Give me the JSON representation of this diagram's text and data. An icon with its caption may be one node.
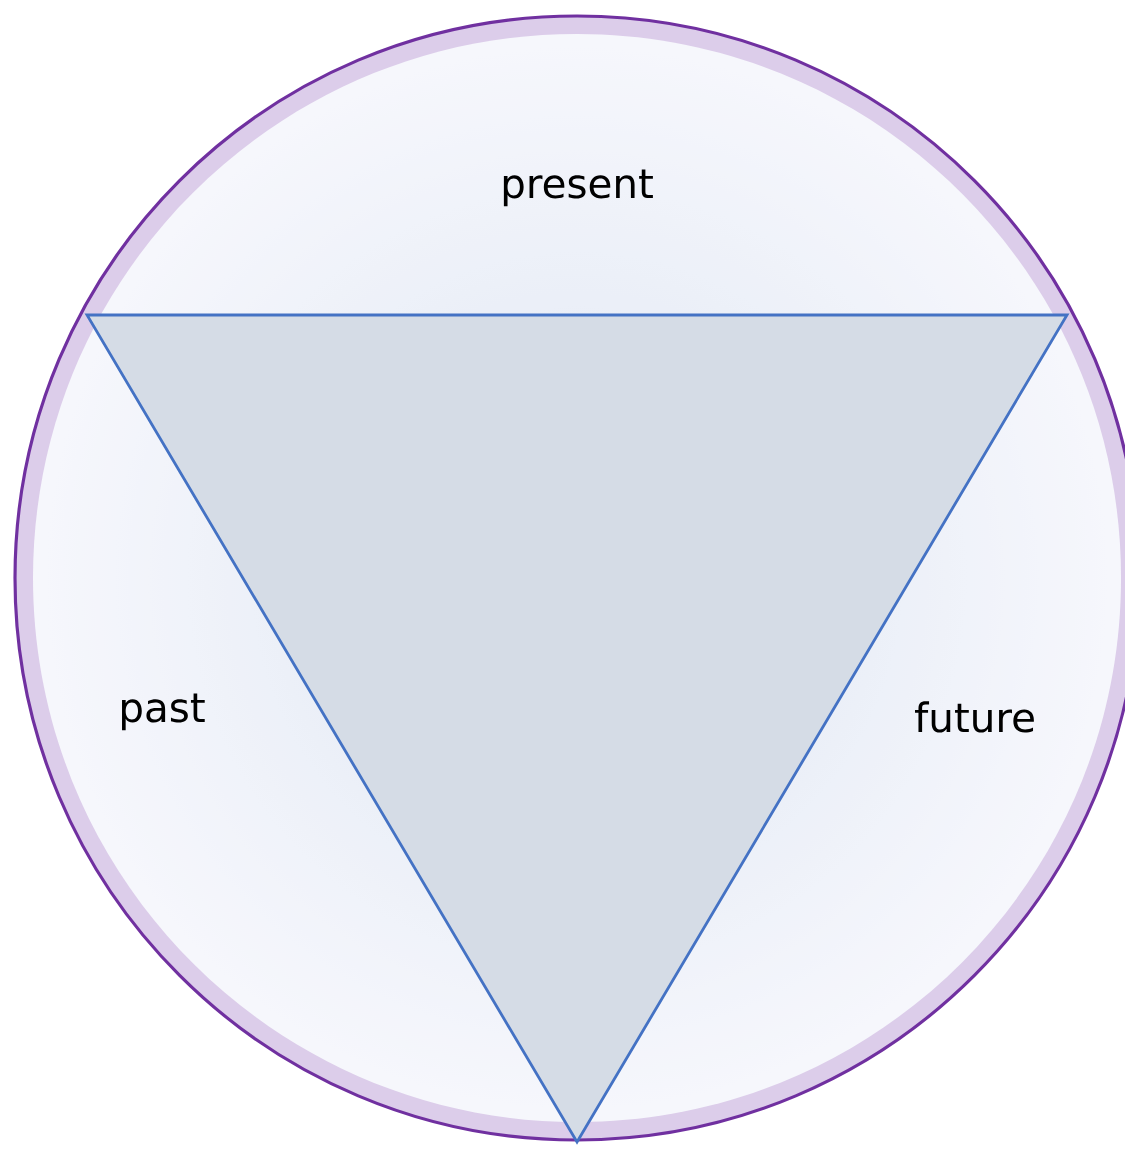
{
  "diagram": {
    "nodes": [
      {
        "text": [
          "present",
          "past",
          "future"
        ]
      },
      {
        "text": [],
        "shape": "triangle",
        "in": 0
      }
    ],
    "edges": []
  }
}
